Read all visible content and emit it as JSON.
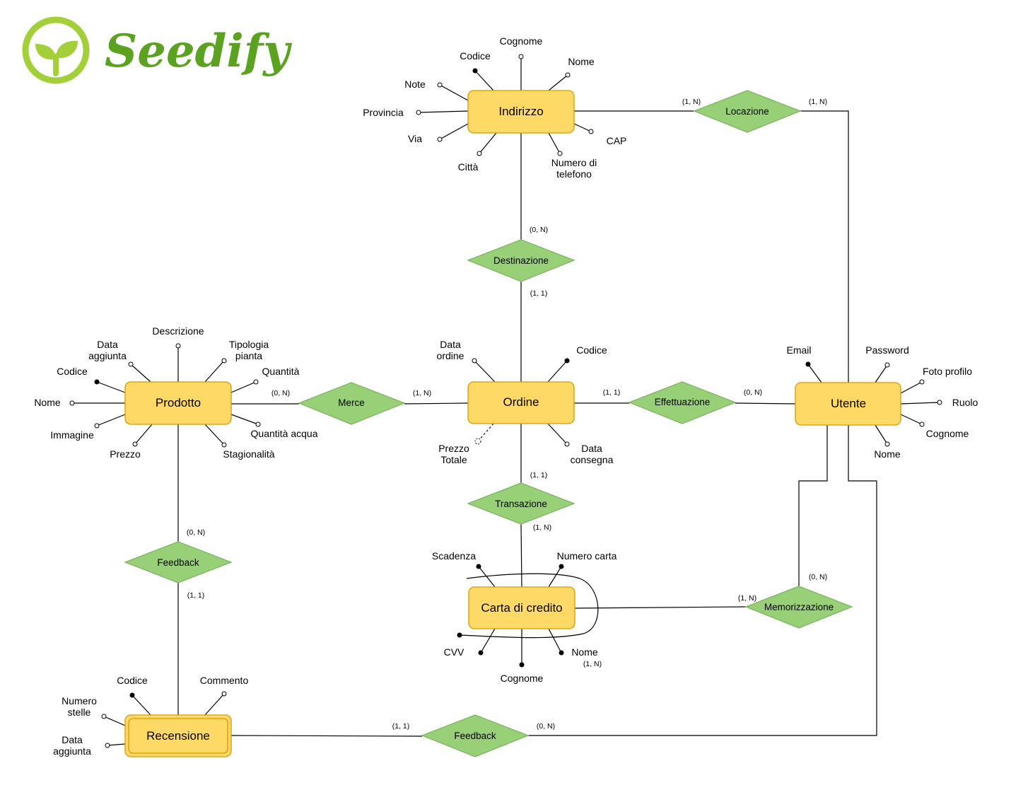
{
  "brand": {
    "name": "Seedify",
    "color": "#5aa220",
    "ring_color": "#a3cf38"
  },
  "colors": {
    "entity_fill": "#ffd966",
    "entity_stroke": "#d79b00",
    "relationship_fill": "#97d077",
    "relationship_stroke": "#82b366"
  },
  "entities": {
    "indirizzo": "Indirizzo",
    "ordine": "Ordine",
    "prodotto": "Prodotto",
    "utente": "Utente",
    "carta": "Carta di credito",
    "recensione": "Recensione"
  },
  "relationships": {
    "locazione": "Locazione",
    "destinazione": "Destinazione",
    "merce": "Merce",
    "effettuazione": "Effettuazione",
    "transazione": "Transazione",
    "feedback_prodotto": "Feedback",
    "memorizzazione": "Memorizzazione",
    "feedback_utente": "Feedback"
  },
  "attributes": {
    "indirizzo": {
      "cognome": "Cognome",
      "codice": "Codice",
      "nome": "Nome",
      "note": "Note",
      "provincia": "Provincia",
      "via": "Via",
      "citta": "Città",
      "cap": "CAP",
      "telefono_1": "Numero di",
      "telefono_2": "telefono"
    },
    "ordine": {
      "data_ordine_1": "Data",
      "data_ordine_2": "ordine",
      "codice": "Codice",
      "prezzo_totale_1": "Prezzo",
      "prezzo_totale_2": "Totale",
      "data_consegna_1": "Data",
      "data_consegna_2": "consegna"
    },
    "prodotto": {
      "descrizione": "Descrizione",
      "data_aggiunta_1": "Data",
      "data_aggiunta_2": "aggiunta",
      "tipologia_1": "Tipologia",
      "tipologia_2": "pianta",
      "codice": "Codice",
      "quantita": "Quantità",
      "nome": "Nome",
      "immagine": "Immagine",
      "prezzo": "Prezzo",
      "stagionalita": "Stagionalità",
      "quantita_acqua": "Quantità acqua"
    },
    "utente": {
      "email": "Email",
      "password": "Password",
      "foto_profilo": "Foto profilo",
      "ruolo": "Ruolo",
      "cognome": "Cognome",
      "nome": "Nome"
    },
    "carta": {
      "scadenza": "Scadenza",
      "numero_carta": "Numero carta",
      "cvv": "CVV",
      "nome": "Nome",
      "cognome": "Cognome",
      "composite_card": "(1, N)"
    },
    "recensione": {
      "codice": "Codice",
      "commento": "Commento",
      "numero_stelle_1": "Numero",
      "numero_stelle_2": "stelle",
      "data_aggiunta_1": "Data",
      "data_aggiunta_2": "aggiunta"
    }
  },
  "cardinalities": {
    "indirizzo_locazione": "(1, N)",
    "utente_locazione": "(1, N)",
    "indirizzo_destinazione": "(0, N)",
    "ordine_destinazione": "(1, 1)",
    "prodotto_merce": "(0, N)",
    "ordine_merce": "(1, N)",
    "ordine_effettuazione": "(1, 1)",
    "utente_effettuazione": "(0, N)",
    "ordine_transazione": "(1, 1)",
    "carta_transazione": "(1, N)",
    "prodotto_feedback": "(0, N)",
    "recensione_feedback": "(1, 1)",
    "utente_memorizzazione": "(0, N)",
    "carta_memorizzazione": "(1, N)",
    "recensione_feedback2": "(1, 1)",
    "utente_feedback2": "(0, N)"
  }
}
